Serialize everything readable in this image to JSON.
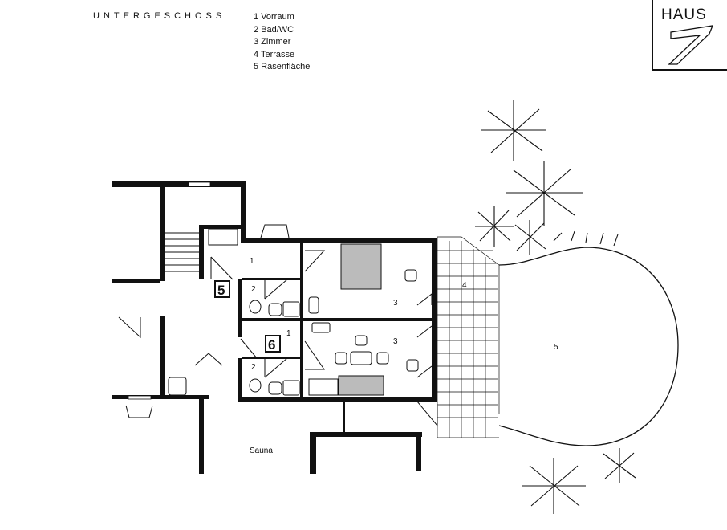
{
  "header": {
    "title": "UNTERGESCHOSS",
    "legend": [
      "1 Vorraum",
      "2 Bad/WC",
      "3 Zimmer",
      "4 Terrasse",
      "5 Rasenfläche"
    ]
  },
  "logo": {
    "text": "HAUS",
    "number": "7"
  },
  "plan": {
    "units": [
      "5",
      "6"
    ],
    "rooms": {
      "vorraum_top": "1",
      "bad_top": "2",
      "zimmer_top": "3",
      "vorraum_bottom": "1",
      "bad_bottom": "2",
      "zimmer_bottom": "3",
      "terrasse": "4",
      "rasen": "5",
      "sauna": "Sauna"
    }
  }
}
